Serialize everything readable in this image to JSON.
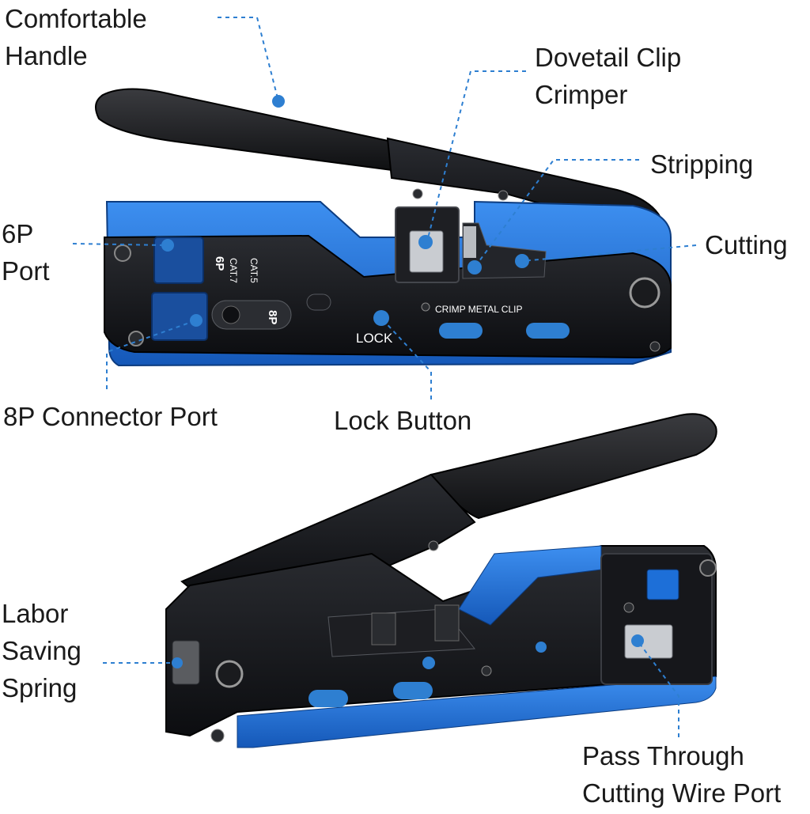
{
  "labels": {
    "comfortable_handle": "Comfortable\nHandle",
    "dovetail_clip_crimper": "Dovetail Clip\nCrimper",
    "stripping": "Stripping",
    "cutting": "Cutting",
    "port_6p": "6P\nPort",
    "connector_port_8p": "8P Connector Port",
    "lock_button": "Lock Button",
    "labor_saving_spring": "Labor\nSaving\nSpring",
    "pass_through_cutting_wire_port": "Pass Through\nCutting Wire Port"
  },
  "tool_markings": {
    "port_6p": "6P",
    "cat7": "CAT.7",
    "cat5": "CAT.5",
    "port_8p": "8P",
    "crimp_metal_clip": "CRIMP METAL CLIP",
    "lock": "LOCK"
  },
  "colors": {
    "tool_blue": "#1d6fd8",
    "tool_black": "#131417",
    "leader_line": "#2e7fd1"
  }
}
